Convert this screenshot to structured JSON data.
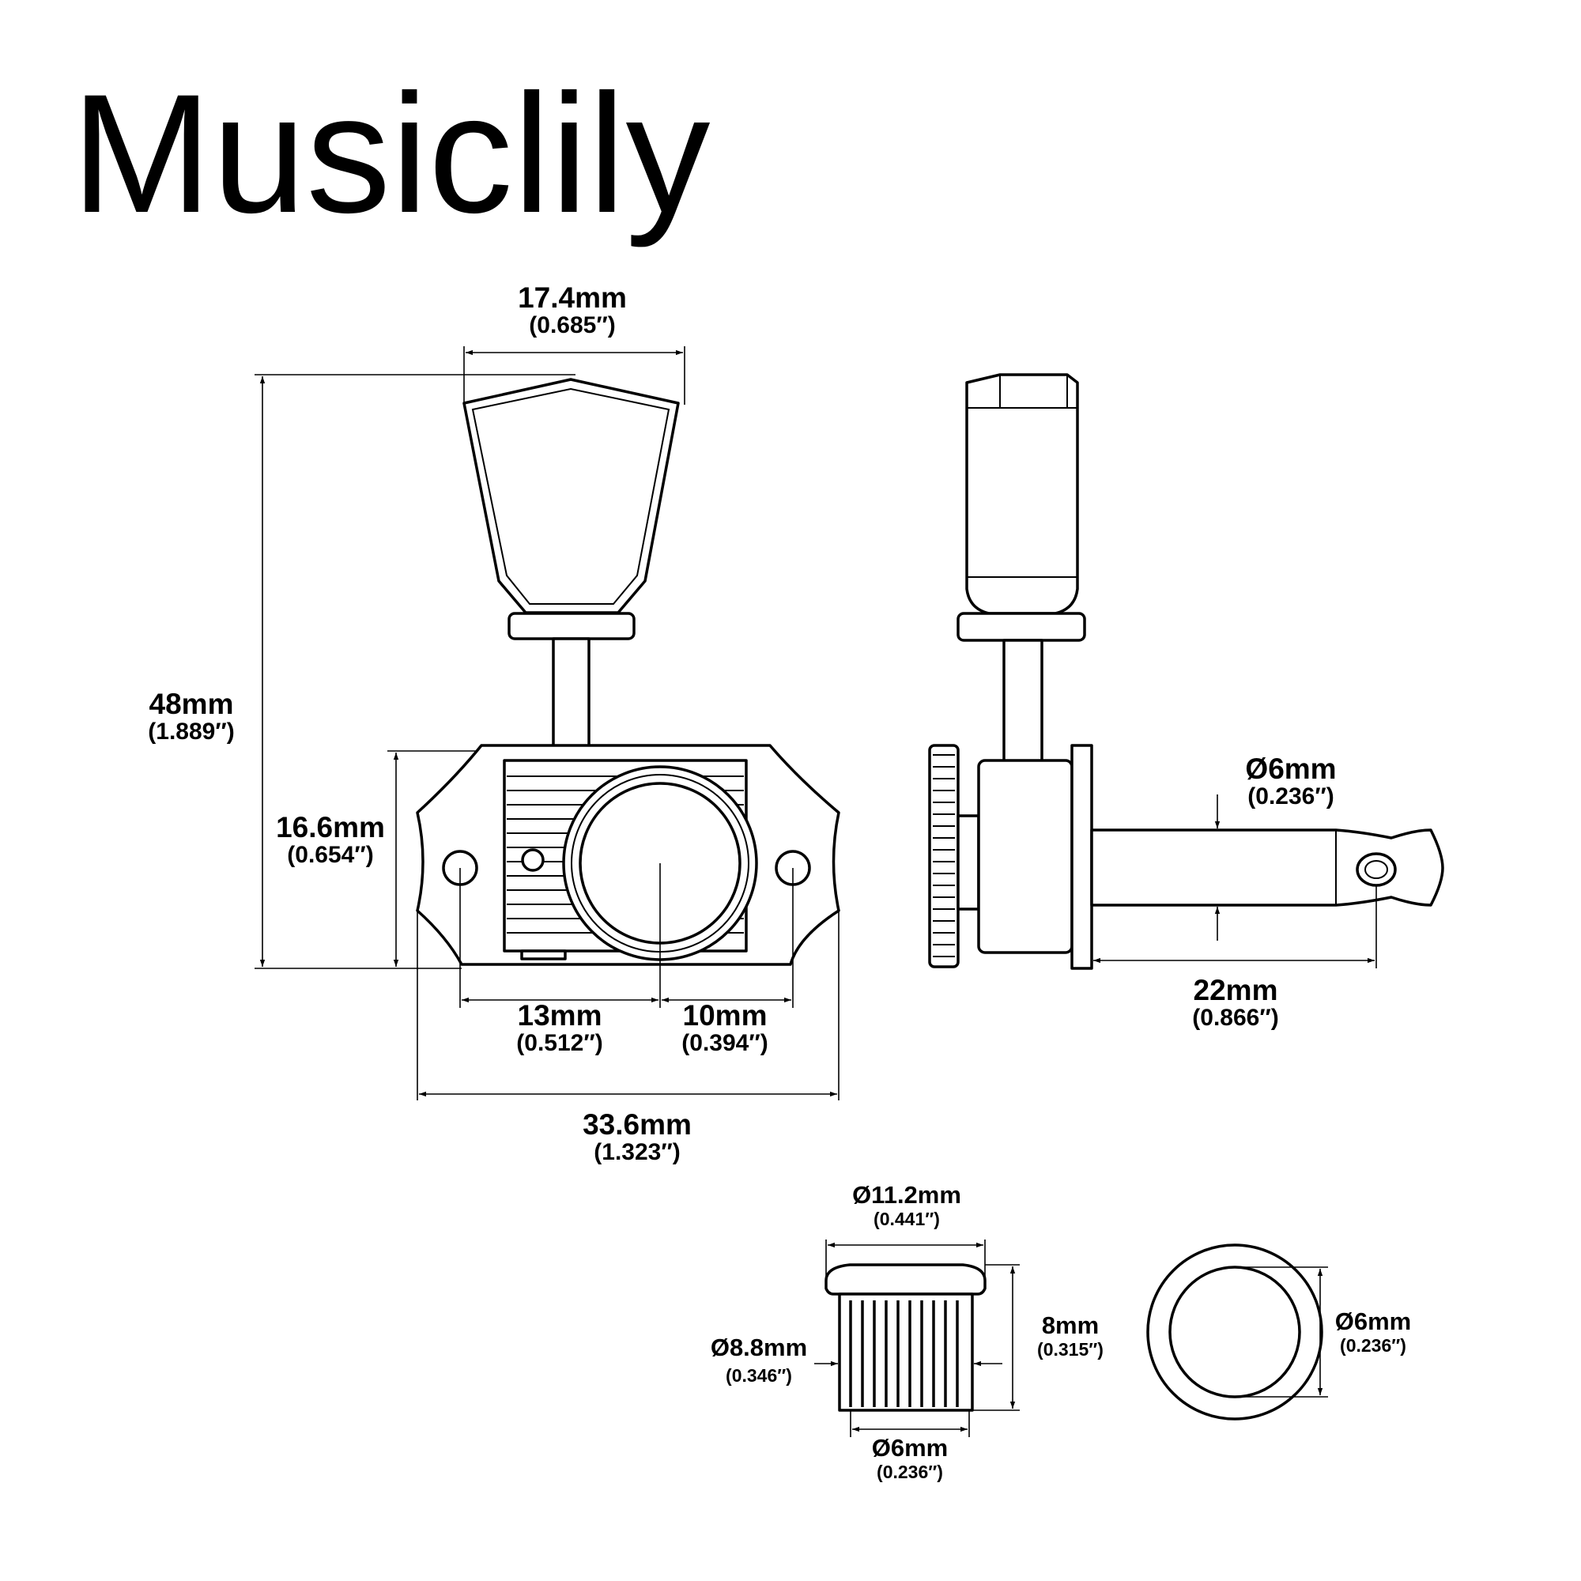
{
  "brand": {
    "name": "Musiclily"
  },
  "front_view": {
    "button_width": {
      "mm": "17.4mm",
      "inch": "(0.685″)"
    },
    "overall_height": {
      "mm": "48mm",
      "inch": "(1.889″)"
    },
    "housing_height": {
      "mm": "16.6mm",
      "inch": "(0.654″)"
    },
    "hole_to_post_left": {
      "mm": "13mm",
      "inch": "(0.512″)"
    },
    "post_to_hole_right": {
      "mm": "10mm",
      "inch": "(0.394″)"
    },
    "overall_width": {
      "mm": "33.6mm",
      "inch": "(1.323″)"
    }
  },
  "side_view": {
    "post_diameter": {
      "mm": "Ø6mm",
      "inch": "(0.236″)"
    },
    "post_length": {
      "mm": "22mm",
      "inch": "(0.866″)"
    }
  },
  "bushing": {
    "flange_diameter": {
      "mm": "Ø11.2mm",
      "inch": "(0.441″)"
    },
    "body_diameter": {
      "mm": "Ø8.8mm",
      "inch": "(0.346″)"
    },
    "height": {
      "mm": "8mm",
      "inch": "(0.315″)"
    },
    "inner_diameter": {
      "mm": "Ø6mm",
      "inch": "(0.236″)"
    },
    "top_inner_diameter": {
      "mm": "Ø6mm",
      "inch": "(0.236″)"
    }
  }
}
